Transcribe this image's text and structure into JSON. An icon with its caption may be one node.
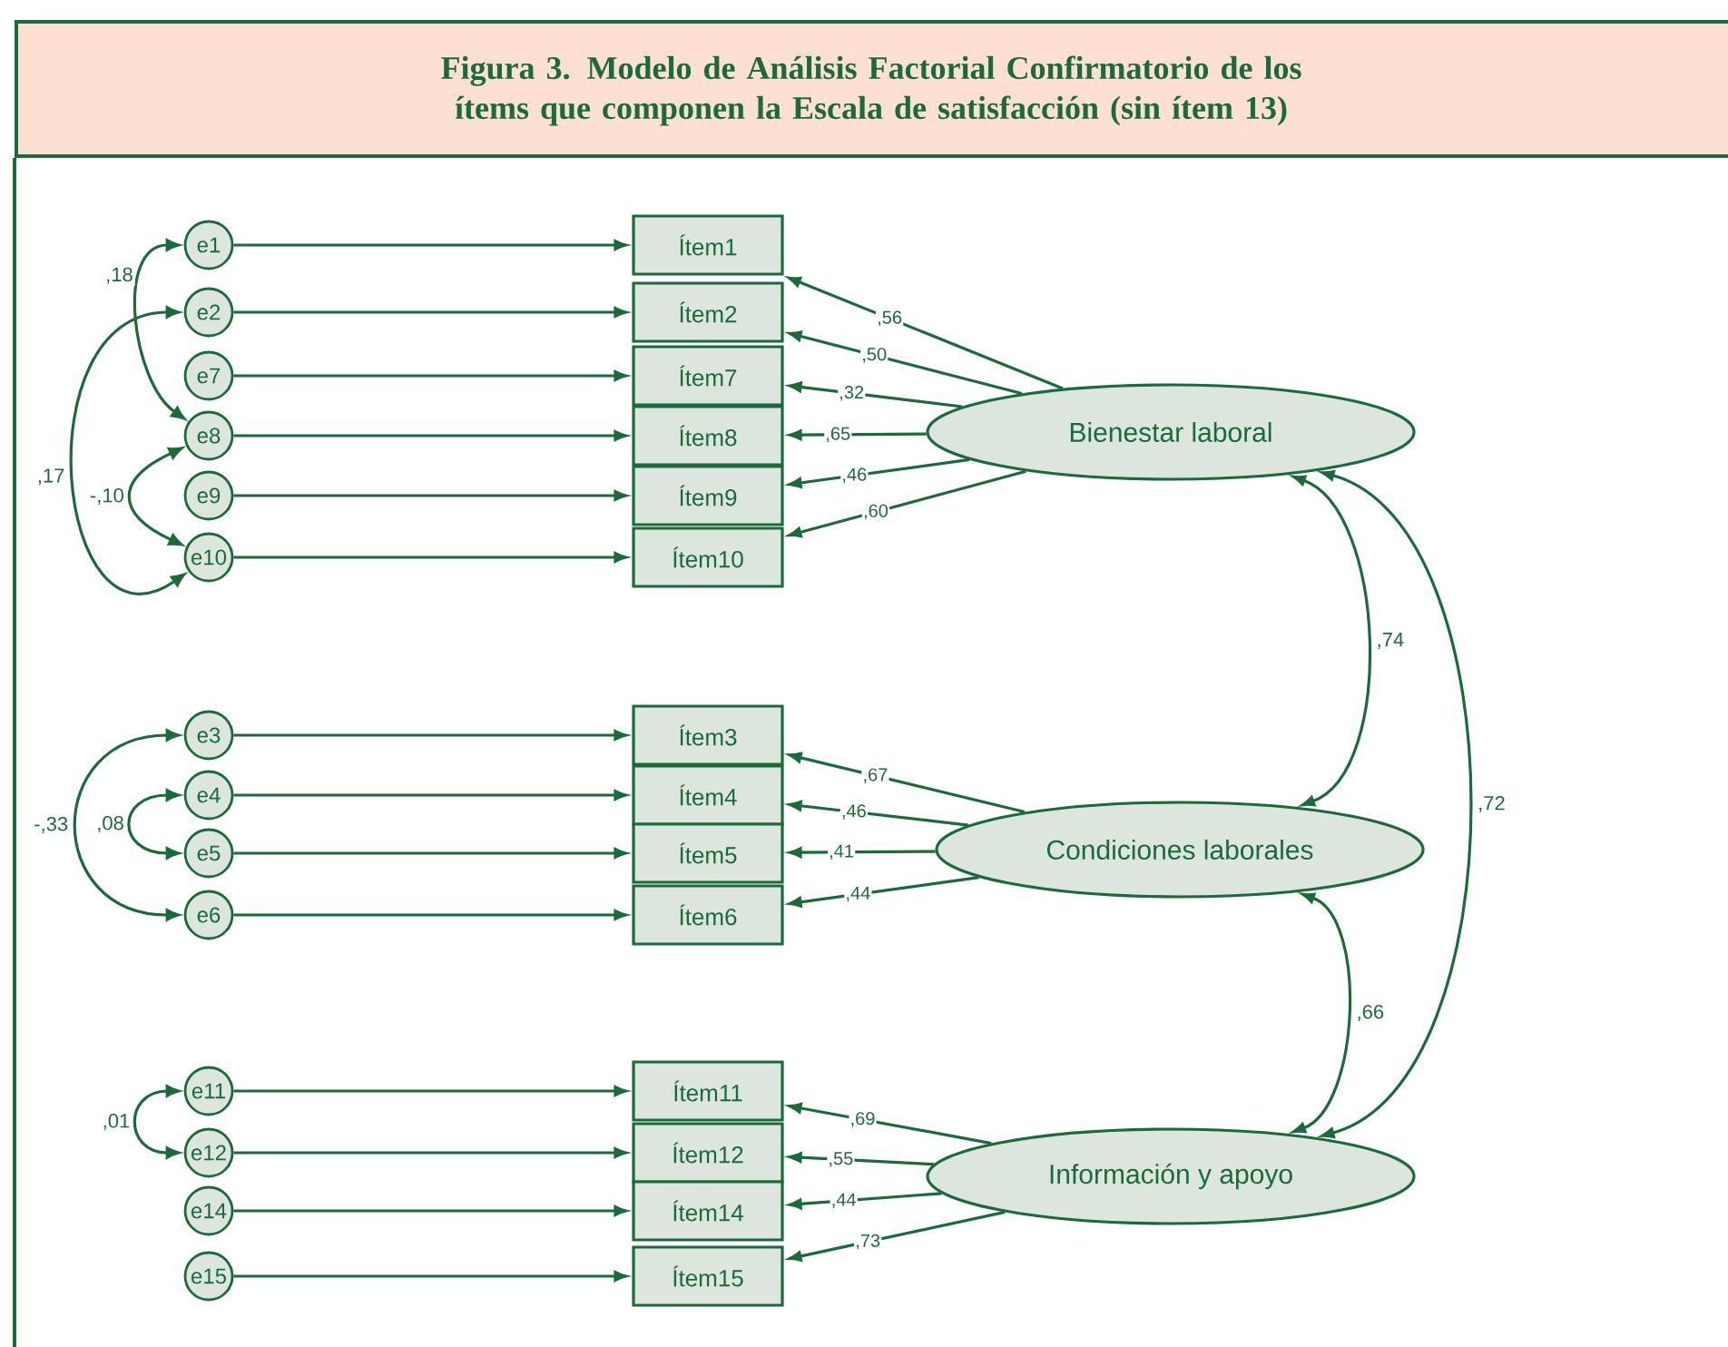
{
  "diagram": {
    "title": "Figura 3. Modelo de Análisis Factorial Confirmatorio de los ítems que componen la Escala de satisfacción (sin ítem 13)",
    "nodes": [
      {
        "text": [
          "e1"
        ]
      },
      {
        "text": [
          "e2"
        ]
      },
      {
        "text": [
          "e7"
        ]
      },
      {
        "text": [
          "e8"
        ]
      },
      {
        "text": [
          "e9"
        ]
      },
      {
        "text": [
          "e10"
        ]
      },
      {
        "text": [
          "e3"
        ]
      },
      {
        "text": [
          "e4"
        ]
      },
      {
        "text": [
          "e5"
        ]
      },
      {
        "text": [
          "e6"
        ]
      },
      {
        "text": [
          "e11"
        ]
      },
      {
        "text": [
          "e12"
        ]
      },
      {
        "text": [
          "e14"
        ]
      },
      {
        "text": [
          "e15"
        ]
      },
      {
        "text": [
          "Ítem1"
        ]
      },
      {
        "text": [
          "Ítem2"
        ]
      },
      {
        "text": [
          "Ítem7"
        ]
      },
      {
        "text": [
          "Ítem8"
        ]
      },
      {
        "text": [
          "Ítem9"
        ]
      },
      {
        "text": [
          "Ítem10"
        ]
      },
      {
        "text": [
          "Ítem3"
        ]
      },
      {
        "text": [
          "Ítem4"
        ]
      },
      {
        "text": [
          "Ítem5"
        ]
      },
      {
        "text": [
          "Ítem6"
        ]
      },
      {
        "text": [
          "Ítem11"
        ]
      },
      {
        "text": [
          "Ítem12"
        ]
      },
      {
        "text": [
          "Ítem14"
        ]
      },
      {
        "text": [
          "Ítem15"
        ]
      },
      {
        "text": [
          "Bienestar laboral"
        ]
      },
      {
        "text": [
          "Condiciones laborales"
        ]
      },
      {
        "text": [
          "Información y apoyo"
        ]
      }
    ],
    "edges": [
      {
        "from": 0,
        "to": 14,
        "arrow": "to"
      },
      {
        "from": 1,
        "to": 15,
        "arrow": "to"
      },
      {
        "from": 2,
        "to": 16,
        "arrow": "to"
      },
      {
        "from": 3,
        "to": 17,
        "arrow": "to"
      },
      {
        "from": 4,
        "to": 18,
        "arrow": "to"
      },
      {
        "from": 5,
        "to": 19,
        "arrow": "to"
      },
      {
        "from": 6,
        "to": 20,
        "arrow": "to"
      },
      {
        "from": 7,
        "to": 21,
        "arrow": "to"
      },
      {
        "from": 8,
        "to": 22,
        "arrow": "to"
      },
      {
        "from": 9,
        "to": 23,
        "arrow": "to"
      },
      {
        "from": 10,
        "to": 24,
        "arrow": "to"
      },
      {
        "from": 11,
        "to": 25,
        "arrow": "to"
      },
      {
        "from": 12,
        "to": 26,
        "arrow": "to"
      },
      {
        "from": 13,
        "to": 27,
        "arrow": "to"
      },
      {
        "from": 28,
        "to": 14,
        "arrow": "to",
        "label": ",56"
      },
      {
        "from": 28,
        "to": 15,
        "arrow": "to",
        "label": ",50"
      },
      {
        "from": 28,
        "to": 16,
        "arrow": "to",
        "label": ",32"
      },
      {
        "from": 28,
        "to": 17,
        "arrow": "to",
        "label": ",65"
      },
      {
        "from": 28,
        "to": 18,
        "arrow": "to",
        "label": ",46"
      },
      {
        "from": 28,
        "to": 19,
        "arrow": "to",
        "label": ",60"
      },
      {
        "from": 29,
        "to": 20,
        "arrow": "to",
        "label": ",67"
      },
      {
        "from": 29,
        "to": 21,
        "arrow": "to",
        "label": ",46"
      },
      {
        "from": 29,
        "to": 22,
        "arrow": "to",
        "label": ",41"
      },
      {
        "from": 29,
        "to": 23,
        "arrow": "to",
        "label": ",44"
      },
      {
        "from": 30,
        "to": 24,
        "arrow": "to",
        "label": ",69"
      },
      {
        "from": 30,
        "to": 25,
        "arrow": "to",
        "label": ",55"
      },
      {
        "from": 30,
        "to": 26,
        "arrow": "to",
        "label": ",44"
      },
      {
        "from": 30,
        "to": 27,
        "arrow": "to",
        "label": ",73"
      },
      {
        "from": 0,
        "to": 3,
        "arrow": "both",
        "label": ",18"
      },
      {
        "from": 1,
        "to": 5,
        "arrow": "both",
        "label": ",17"
      },
      {
        "from": 3,
        "to": 5,
        "arrow": "both",
        "label": "-,10"
      },
      {
        "from": 6,
        "to": 9,
        "arrow": "both",
        "label": "-,33"
      },
      {
        "from": 7,
        "to": 8,
        "arrow": "both",
        "label": ",08"
      },
      {
        "from": 10,
        "to": 11,
        "arrow": "both",
        "label": ",01"
      },
      {
        "from": 28,
        "to": 29,
        "arrow": "both",
        "label": ",74"
      },
      {
        "from": 29,
        "to": 30,
        "arrow": "both",
        "label": ",66"
      },
      {
        "from": 28,
        "to": 30,
        "arrow": "both",
        "label": ",72"
      }
    ]
  }
}
